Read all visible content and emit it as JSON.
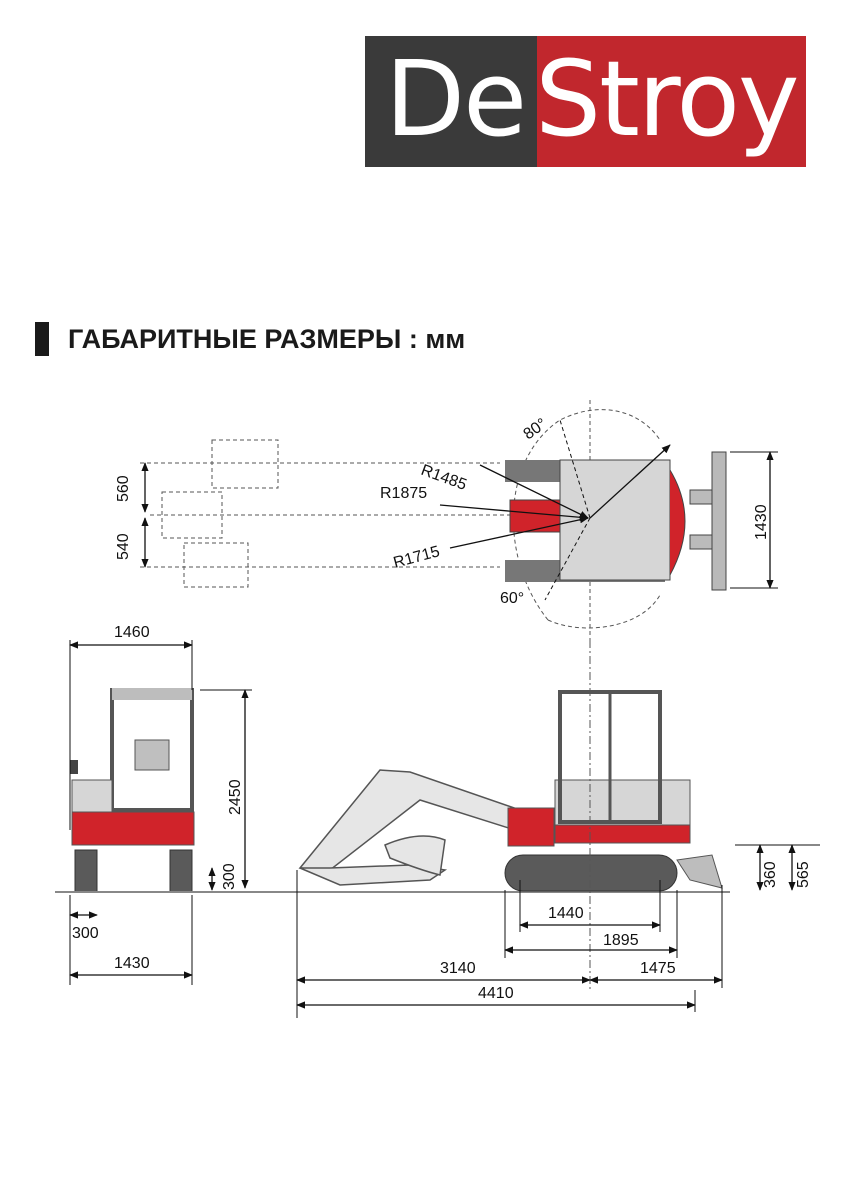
{
  "logo": {
    "part1": "De",
    "part2": "Stroy",
    "dark_color": "#3a3a3a",
    "red_color": "#c1272d"
  },
  "title": "ГАБАРИТНЫЕ РАЗМЕРЫ : мм",
  "dimensions": {
    "top_view": {
      "offset_left": "560",
      "offset_right": "540",
      "radius_1": "R1485",
      "radius_2": "R1875",
      "radius_3": "R1715",
      "angle_top": "80°",
      "angle_bottom": "60°",
      "blade_width": "1430"
    },
    "front_view": {
      "width_cab": "1460",
      "height_total": "2450",
      "ground_clearance": "300",
      "track_width": "300",
      "overall_width": "1430"
    },
    "side_view": {
      "blade_height_1": "360",
      "blade_height_2": "565",
      "tumbler_distance": "1440",
      "track_length": "1895",
      "front_reach": "3140",
      "rear_length": "1475",
      "overall_length": "4410"
    }
  },
  "colors": {
    "accent": "#d0232a",
    "body": "#d4d4d4",
    "line": "#111111"
  }
}
